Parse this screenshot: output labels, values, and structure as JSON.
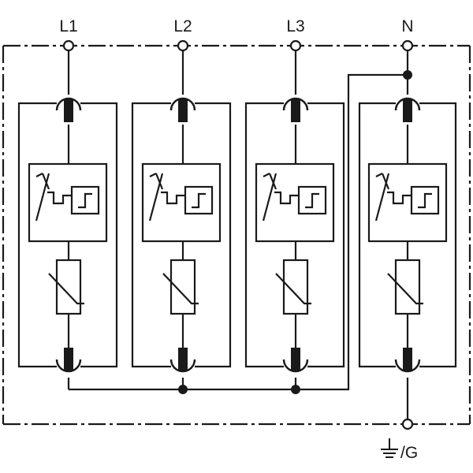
{
  "terminals": {
    "top": [
      "L1",
      "L2",
      "L3",
      "N"
    ],
    "bottom": "/G"
  },
  "ground_icon": "earth-ground-icon",
  "modules": [
    {
      "phase": "L1",
      "components": [
        "fuse-icon",
        "thermal-disconnect-icon",
        "varistor-icon",
        "fuse-icon"
      ]
    },
    {
      "phase": "L2",
      "components": [
        "fuse-icon",
        "thermal-disconnect-icon",
        "varistor-icon",
        "fuse-icon"
      ]
    },
    {
      "phase": "L3",
      "components": [
        "fuse-icon",
        "thermal-disconnect-icon",
        "varistor-icon",
        "fuse-icon"
      ]
    },
    {
      "phase": "N",
      "components": [
        "fuse-icon",
        "thermal-disconnect-icon",
        "varistor-icon",
        "fuse-icon"
      ]
    }
  ],
  "colors": {
    "line": "#1a1a1a",
    "background": "#ffffff"
  }
}
